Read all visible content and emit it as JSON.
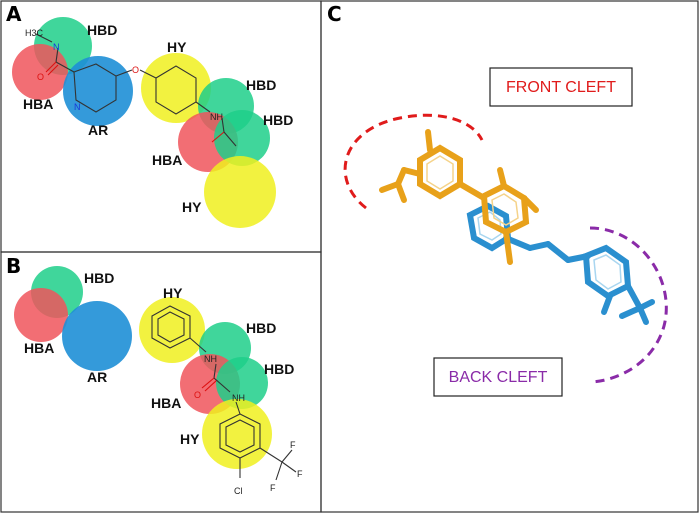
{
  "panels": {
    "a": {
      "label": "A"
    },
    "b": {
      "label": "B"
    },
    "c": {
      "label": "C"
    }
  },
  "features": {
    "hbd": "HBD",
    "hba": "HBA",
    "ar": "AR",
    "hy": "HY"
  },
  "atoms": {
    "methyl": "H3C",
    "n": "N",
    "o": "O",
    "nh": "NH",
    "cl": "Cl",
    "f": "F"
  },
  "clefts": {
    "front": "FRONT CLEFT",
    "back": "BACK CLEFT"
  },
  "colors": {
    "hbd": "#1fcf8a",
    "hba": "#f0555c",
    "ar": "#1e8fd6",
    "hy": "#f0f01e",
    "front_cleft": "#e01b1b",
    "back_cleft": "#8a2ba8",
    "ligand_orange": "#e8a11a",
    "ligand_blue": "#2a8fcf"
  }
}
